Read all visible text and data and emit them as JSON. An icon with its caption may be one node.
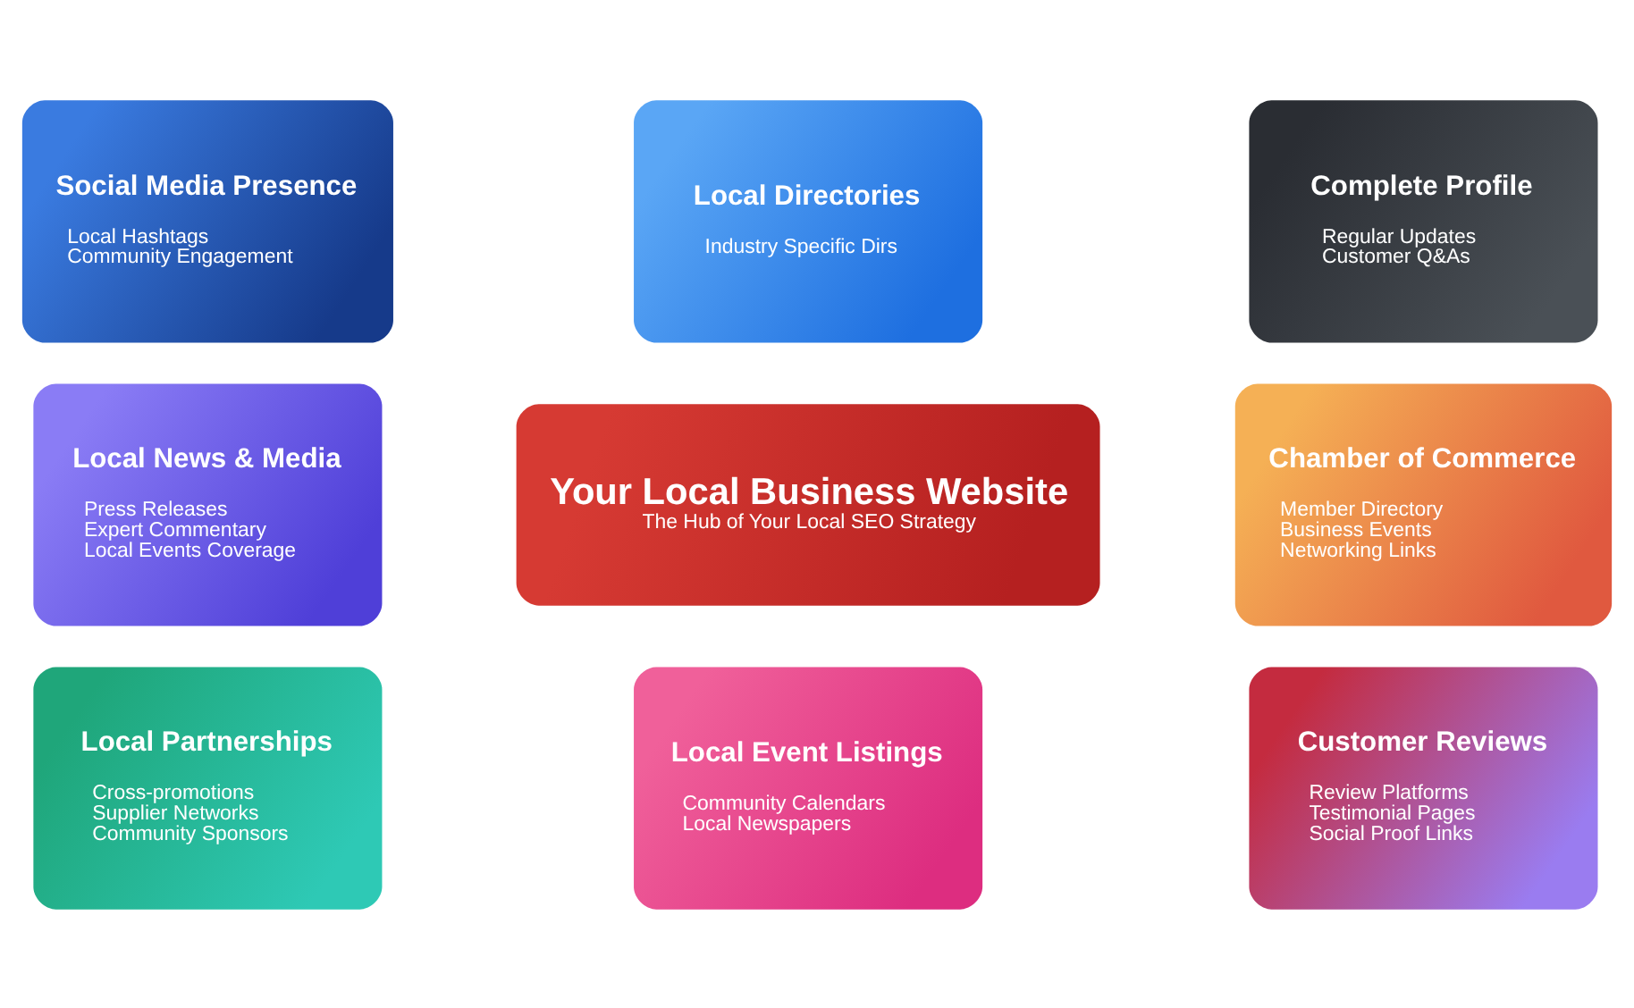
{
  "diagram": {
    "nodes": [
      {
        "text": [
          "Social Media Presence",
          "Local Hashtags",
          "Community Engagement"
        ]
      },
      {
        "text": [
          "Local Directories",
          "Industry Specific Dirs"
        ]
      },
      {
        "text": [
          "Complete Profile",
          "Regular Updates",
          "Customer Q&As"
        ]
      },
      {
        "text": [
          "Local News & Media",
          "Press Releases",
          "Expert Commentary",
          "Local Events Coverage"
        ]
      },
      {
        "text": [
          "Your Local Business Website",
          "The Hub of Your Local SEO Strategy"
        ]
      },
      {
        "text": [
          "Chamber of Commerce",
          "Member Directory",
          "Business Events",
          "Networking Links"
        ]
      },
      {
        "text": [
          "Local Partnerships",
          "Cross-promotions",
          "Supplier Networks",
          "Community Sponsors"
        ]
      },
      {
        "text": [
          "Local Event Listings",
          "Community Calendars",
          "Local Newspapers"
        ]
      },
      {
        "text": [
          "Customer Reviews",
          "Review Platforms",
          "Testimonial Pages",
          "Social Proof Links"
        ]
      }
    ],
    "edges": []
  }
}
